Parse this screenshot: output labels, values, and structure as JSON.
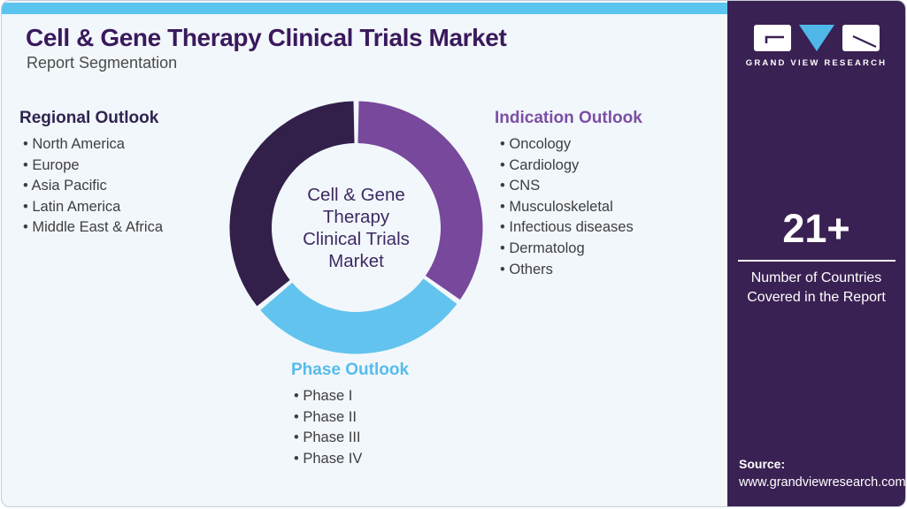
{
  "header": {
    "title": "Cell & Gene Therapy Clinical Trials Market",
    "subtitle": "Report Segmentation"
  },
  "sections": {
    "regional": {
      "title": "Regional Outlook",
      "items": [
        "North America",
        "Europe",
        "Asia Pacific",
        "Latin America",
        "Middle East & Africa"
      ]
    },
    "indication": {
      "title": "Indication Outlook",
      "items": [
        "Oncology",
        "Cardiology",
        "CNS",
        "Musculoskeletal",
        "Infectious diseases",
        "Dermatolog",
        "Others"
      ]
    },
    "phase": {
      "title": "Phase Outlook",
      "items": [
        "Phase I",
        "Phase II",
        "Phase III",
        "Phase IV"
      ]
    }
  },
  "chart_data": {
    "type": "pie",
    "subtype": "donut",
    "title": "Cell & Gene Therapy Clinical Trials Market",
    "center_label_lines": [
      "Cell & Gene",
      "Therapy",
      "Clinical Trials",
      "Market"
    ],
    "segments": [
      {
        "name": "Indication Outlook",
        "value_pct": 35,
        "color": "#77489B"
      },
      {
        "name": "Phase Outlook",
        "value_pct": 29,
        "color": "#62C4EE"
      },
      {
        "name": "Regional Outlook",
        "value_pct": 36,
        "color": "#32204A"
      }
    ],
    "start_angle_deg": 0,
    "gap_between_segments_deg": 2.4,
    "outer_radius_px": 143,
    "inner_radius_px": 95.5
  },
  "sidebar": {
    "brand": "GRAND VIEW RESEARCH",
    "stat_value": "21+",
    "stat_caption": "Number of Countries Covered in the Report",
    "source_label": "Source:",
    "source_url": "www.grandviewresearch.com"
  },
  "colors": {
    "accent_bar": "#5BC5F0",
    "title": "#3A195C",
    "regional_header": "#2F2450",
    "indication_header": "#7C4FA4",
    "phase_header": "#56BCEC",
    "sidebar_bg": "#3A2153",
    "card_bg": "#F2F7FB",
    "logo_triangle": "#4FB8E8"
  }
}
